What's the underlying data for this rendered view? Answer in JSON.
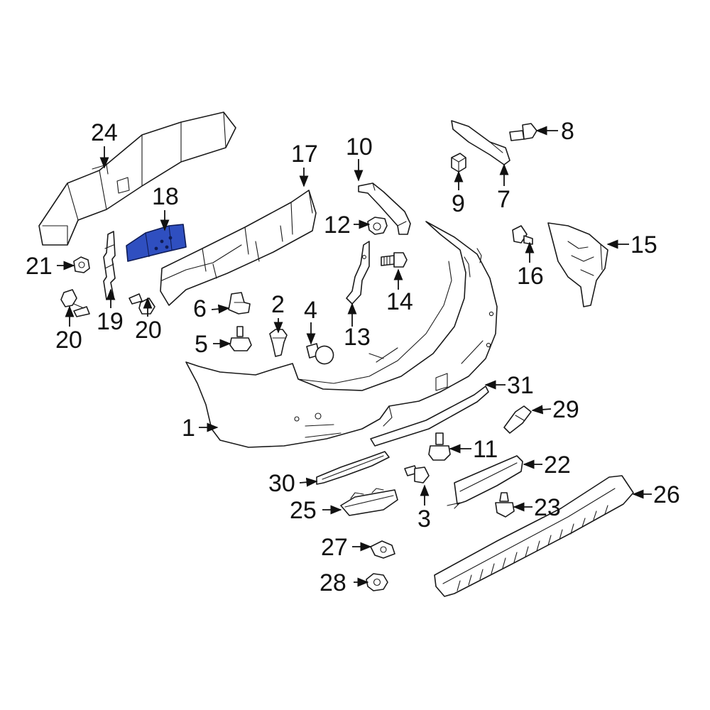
{
  "diagram": {
    "highlight_color": "#2f4fc0",
    "line_color": "#1a1a1a",
    "highlighted_callout": "18",
    "callouts": {
      "c1": "1",
      "c2": "2",
      "c3": "3",
      "c4": "4",
      "c5": "5",
      "c6": "6",
      "c7": "7",
      "c8": "8",
      "c9": "9",
      "c10": "10",
      "c11": "11",
      "c12": "12",
      "c13": "13",
      "c14": "14",
      "c15": "15",
      "c16": "16",
      "c17": "17",
      "c18": "18",
      "c19": "19",
      "c20a": "20",
      "c20b": "20",
      "c21": "21",
      "c22": "22",
      "c23": "23",
      "c24": "24",
      "c25": "25",
      "c26": "26",
      "c27": "27",
      "c28": "28",
      "c29": "29",
      "c30": "30",
      "c31": "31"
    }
  }
}
